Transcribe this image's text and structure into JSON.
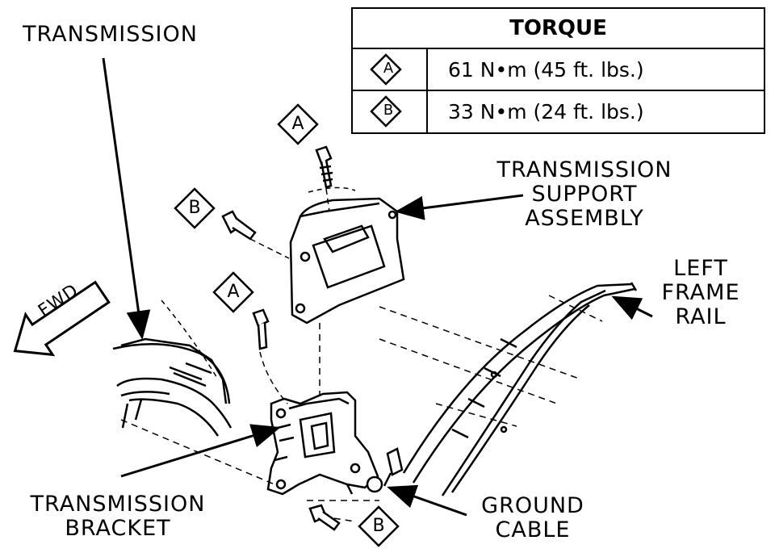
{
  "torque_table": {
    "header": "TORQUE",
    "rows": [
      {
        "symbol": "A",
        "value": "61 N•m (45 ft. lbs.)"
      },
      {
        "symbol": "B",
        "value": "33 N•m (24 ft. lbs.)"
      }
    ]
  },
  "callouts": {
    "transmission": "TRANSMISSION",
    "support_line1": "TRANSMISSION",
    "support_line2": "SUPPORT",
    "support_line3": "ASSEMBLY",
    "frame_line1": "LEFT",
    "frame_line2": "FRAME",
    "frame_line3": "RAIL",
    "bracket_line1": "TRANSMISSION",
    "bracket_line2": "BRACKET",
    "ground_line1": "GROUND",
    "ground_line2": "CABLE",
    "fwd": "FWD"
  },
  "markers": {
    "a_top": "A",
    "b_left": "B",
    "a_mid": "A",
    "b_bottom": "B"
  }
}
